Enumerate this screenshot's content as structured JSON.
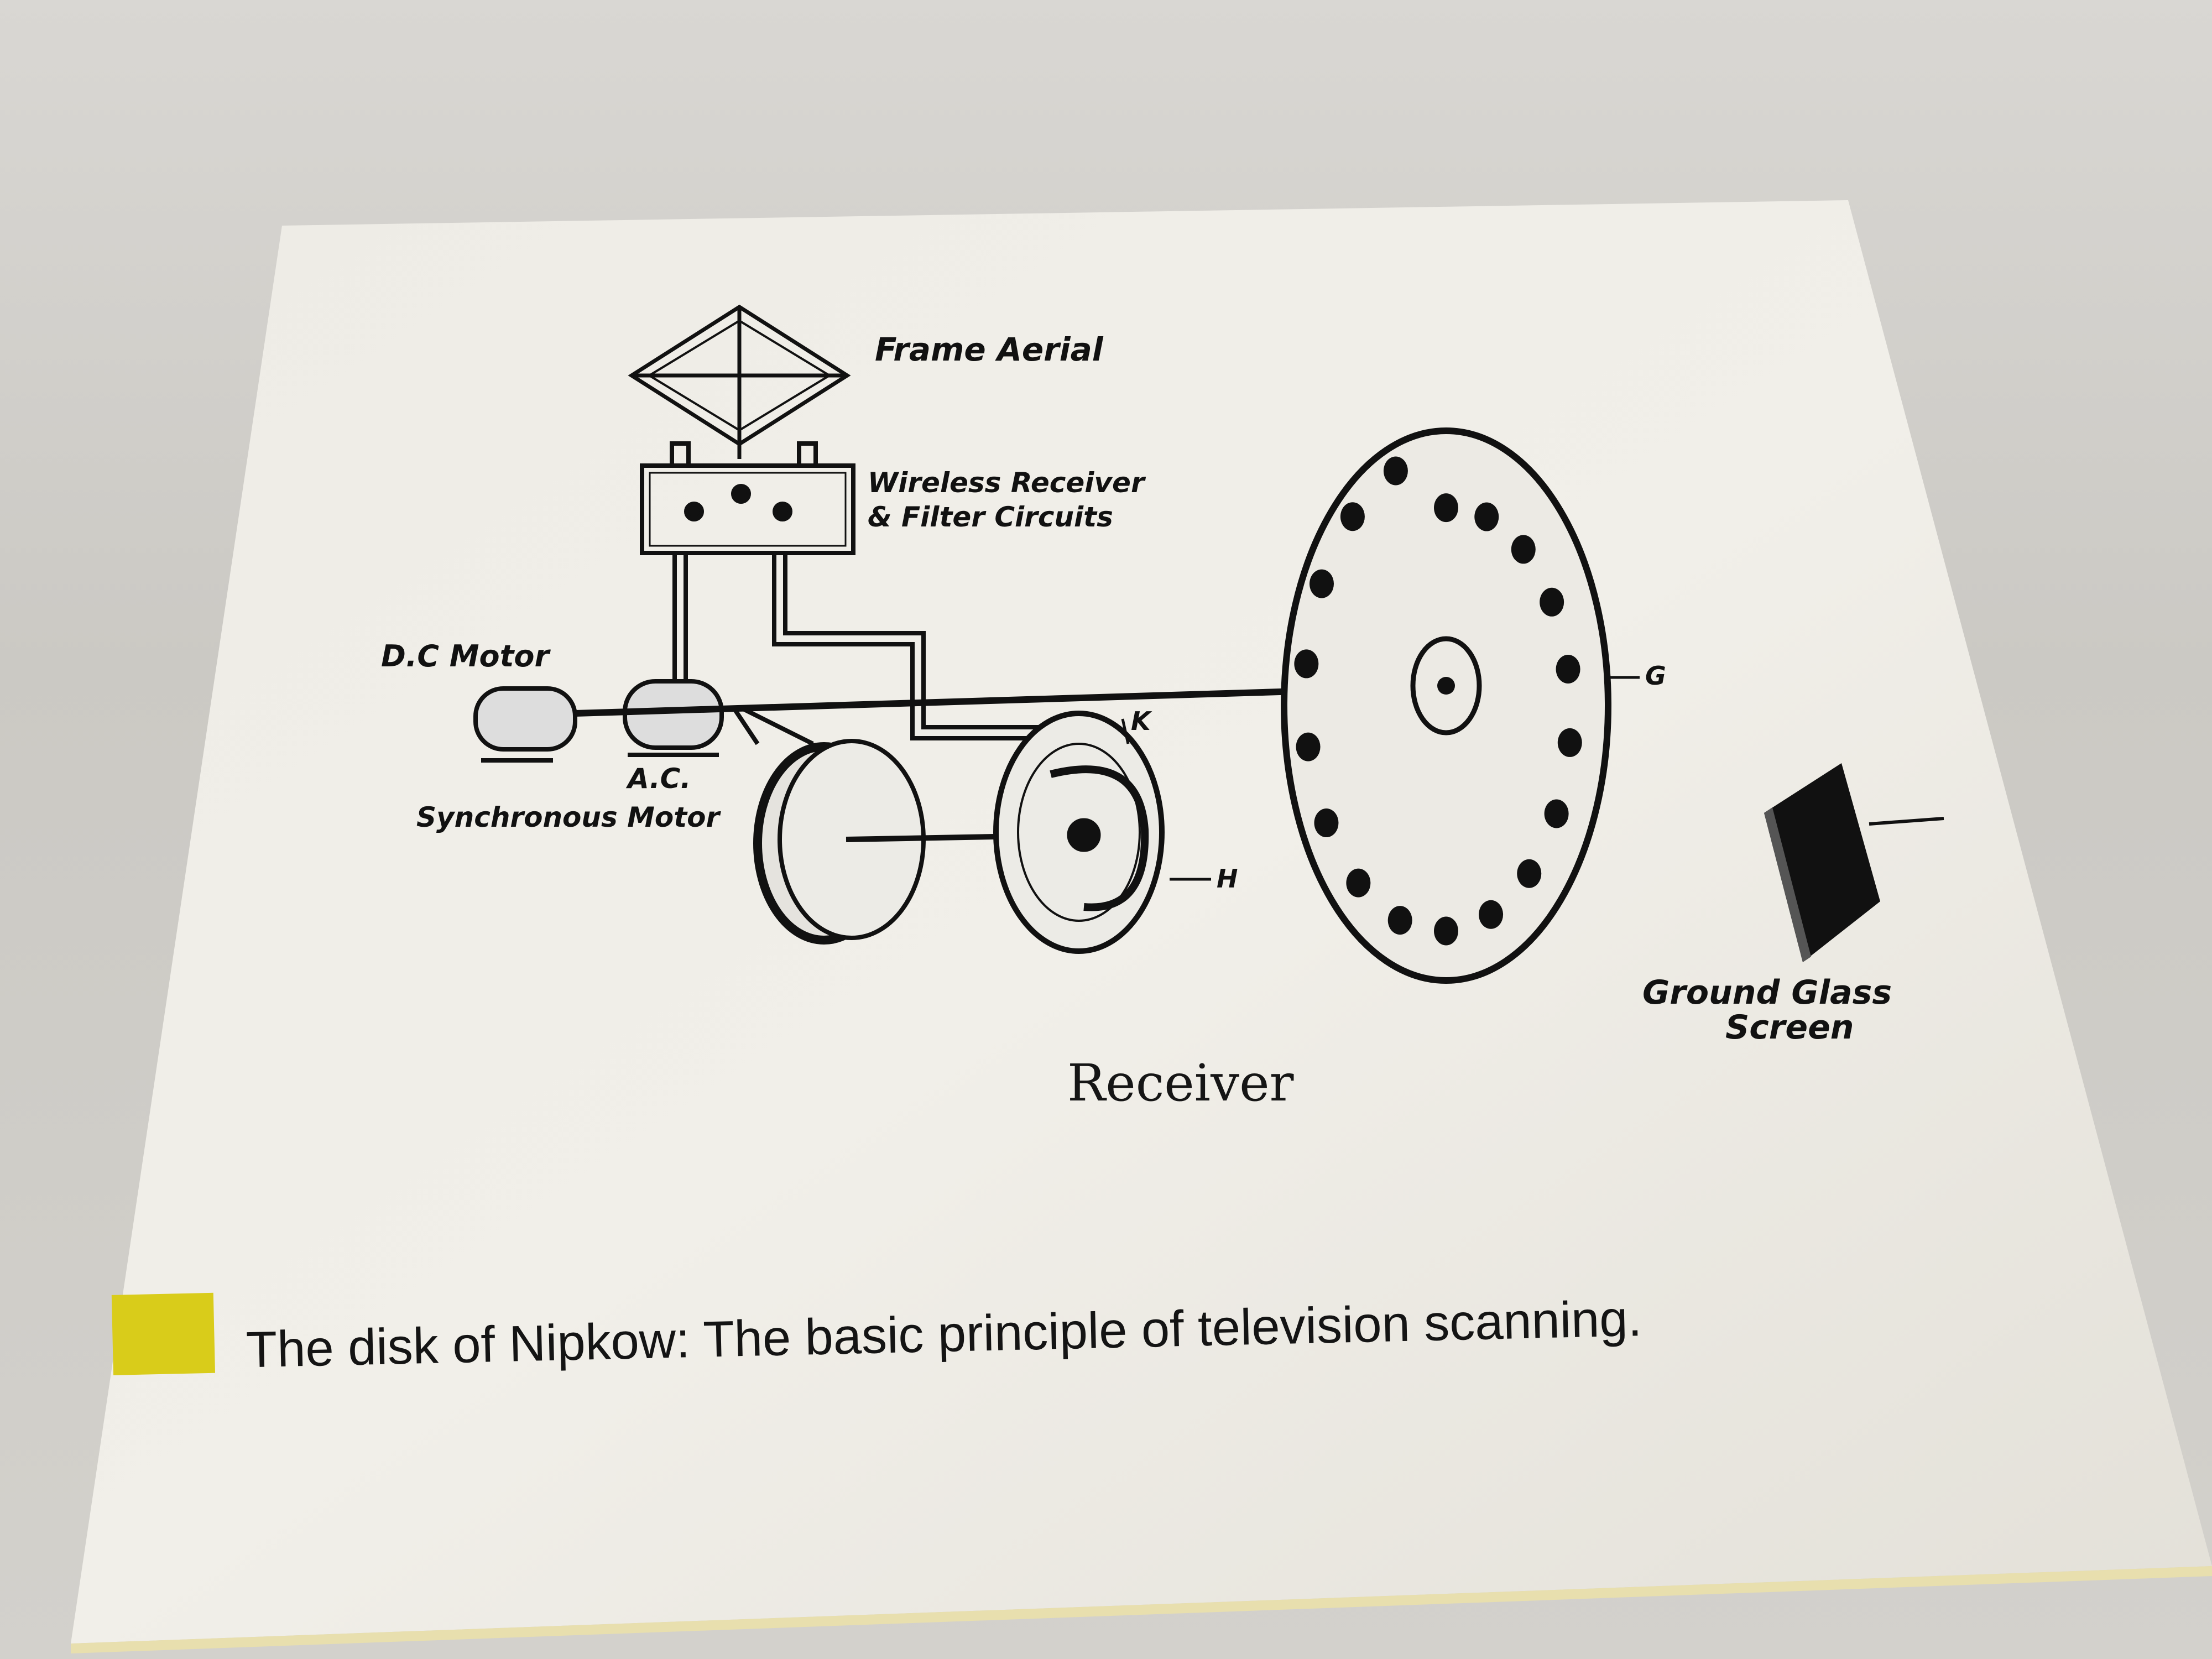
{
  "diagram": {
    "labels": {
      "frame_aerial": "Frame Aerial",
      "wireless_receiver_1": "Wireless Receiver",
      "wireless_receiver_2": "& Filter Circuits",
      "dc_motor": "D.C Motor",
      "ac_motor_1": "A.C.",
      "ac_motor_2": "Synchronous Motor",
      "label_g": "G",
      "label_k": "K",
      "label_h": "H",
      "ground_glass_1": "Ground Glass",
      "ground_glass_2": "Screen"
    },
    "title": "Receiver",
    "nipkow_holes": 18
  },
  "caption": {
    "text": "The disk of Nipkow: The basic principle of television scanning.",
    "marker_color": "#d9cc1a"
  }
}
